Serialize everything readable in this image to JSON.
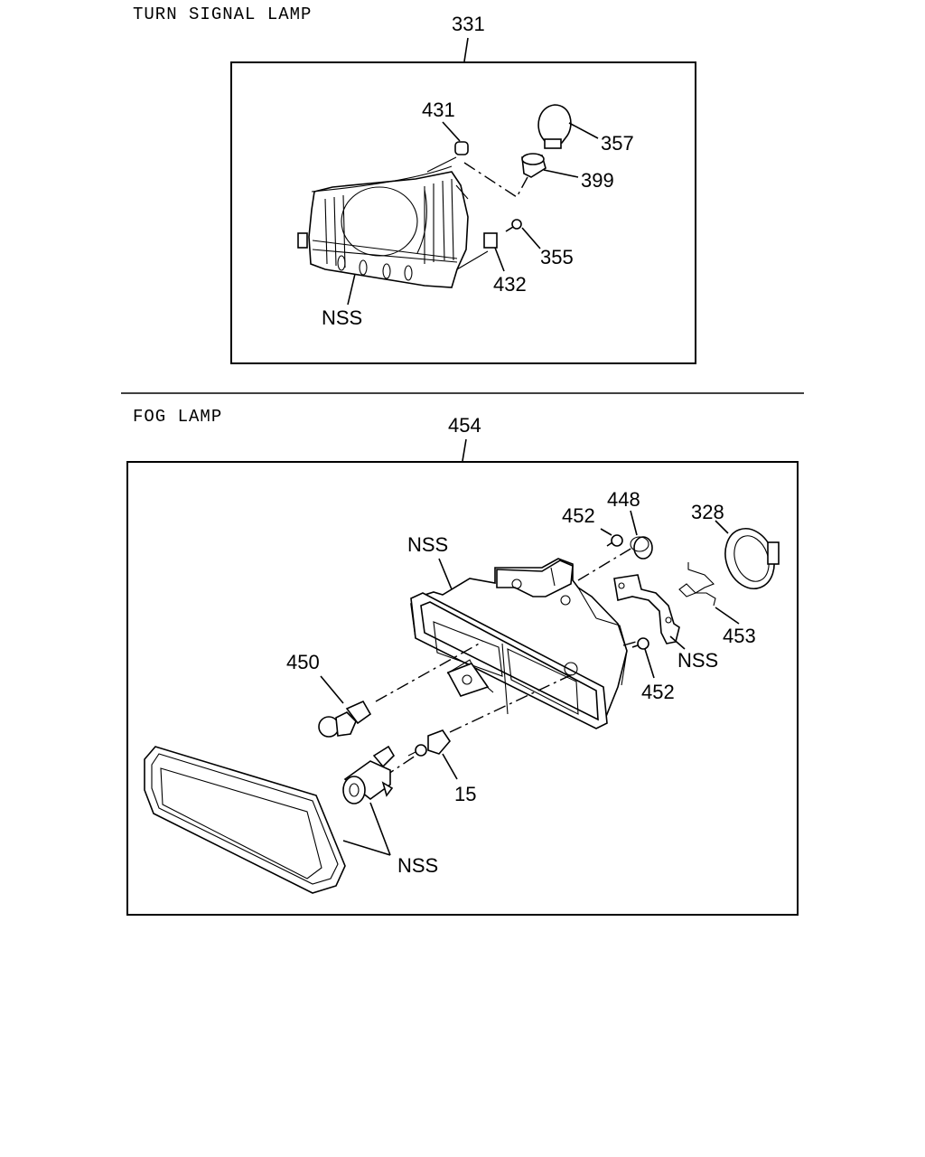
{
  "sections": {
    "turn_signal": {
      "title": "TURN SIGNAL LAMP",
      "assembly_number": "331",
      "callouts": [
        "431",
        "357",
        "399",
        "355",
        "432",
        "NSS"
      ]
    },
    "fog_lamp": {
      "title": "FOG LAMP",
      "assembly_number": "454",
      "callouts": [
        "452",
        "448",
        "328",
        "NSS",
        "450",
        "453",
        "NSS",
        "452",
        "15",
        "NSS"
      ]
    }
  }
}
